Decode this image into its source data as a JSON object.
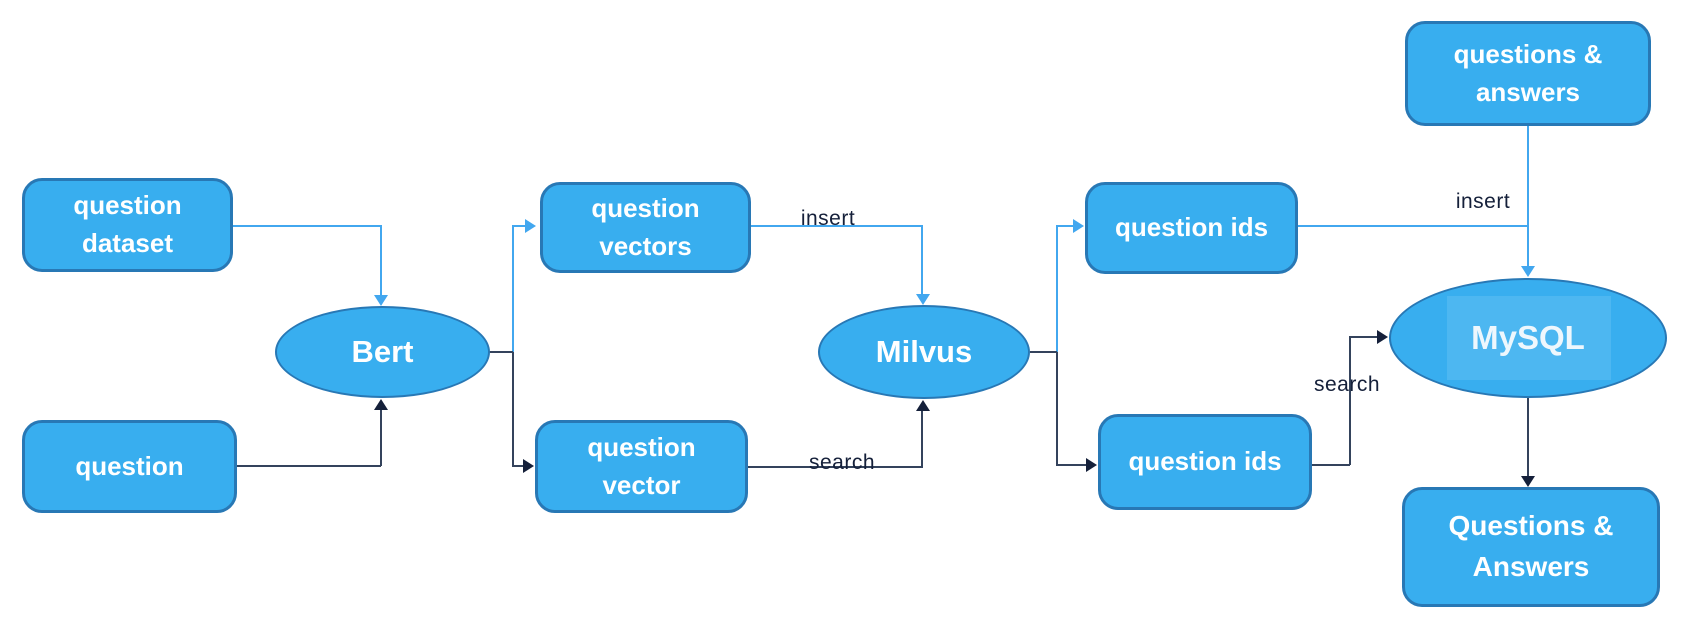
{
  "nodes": {
    "question_dataset": {
      "label": "question dataset"
    },
    "question": {
      "label": "question"
    },
    "question_vectors": {
      "label": "question vectors"
    },
    "question_vector": {
      "label": "question vector"
    },
    "bert": {
      "label": "Bert"
    },
    "milvus": {
      "label": "Milvus"
    },
    "mysql": {
      "label": "MySQL"
    },
    "question_ids_insert": {
      "label": "question ids"
    },
    "question_ids_search": {
      "label": "question ids"
    },
    "questions_answers_source": {
      "label": "questions & answers"
    },
    "questions_answers_result": {
      "label": "Questions & Answers"
    }
  },
  "edge_labels": {
    "insert_vectors": "insert",
    "search_vector": "search",
    "insert_qa": "insert",
    "search_ids": "search"
  },
  "colors": {
    "node_fill": "#38aeef",
    "node_border": "#2878b5",
    "node_text": "#ffffff",
    "mysql_highlight": "#4db7f1",
    "insert_flow": "#42a7ef",
    "search_flow": "#34435c",
    "arrow_dark": "#15203a",
    "label_text": "#15203a"
  }
}
